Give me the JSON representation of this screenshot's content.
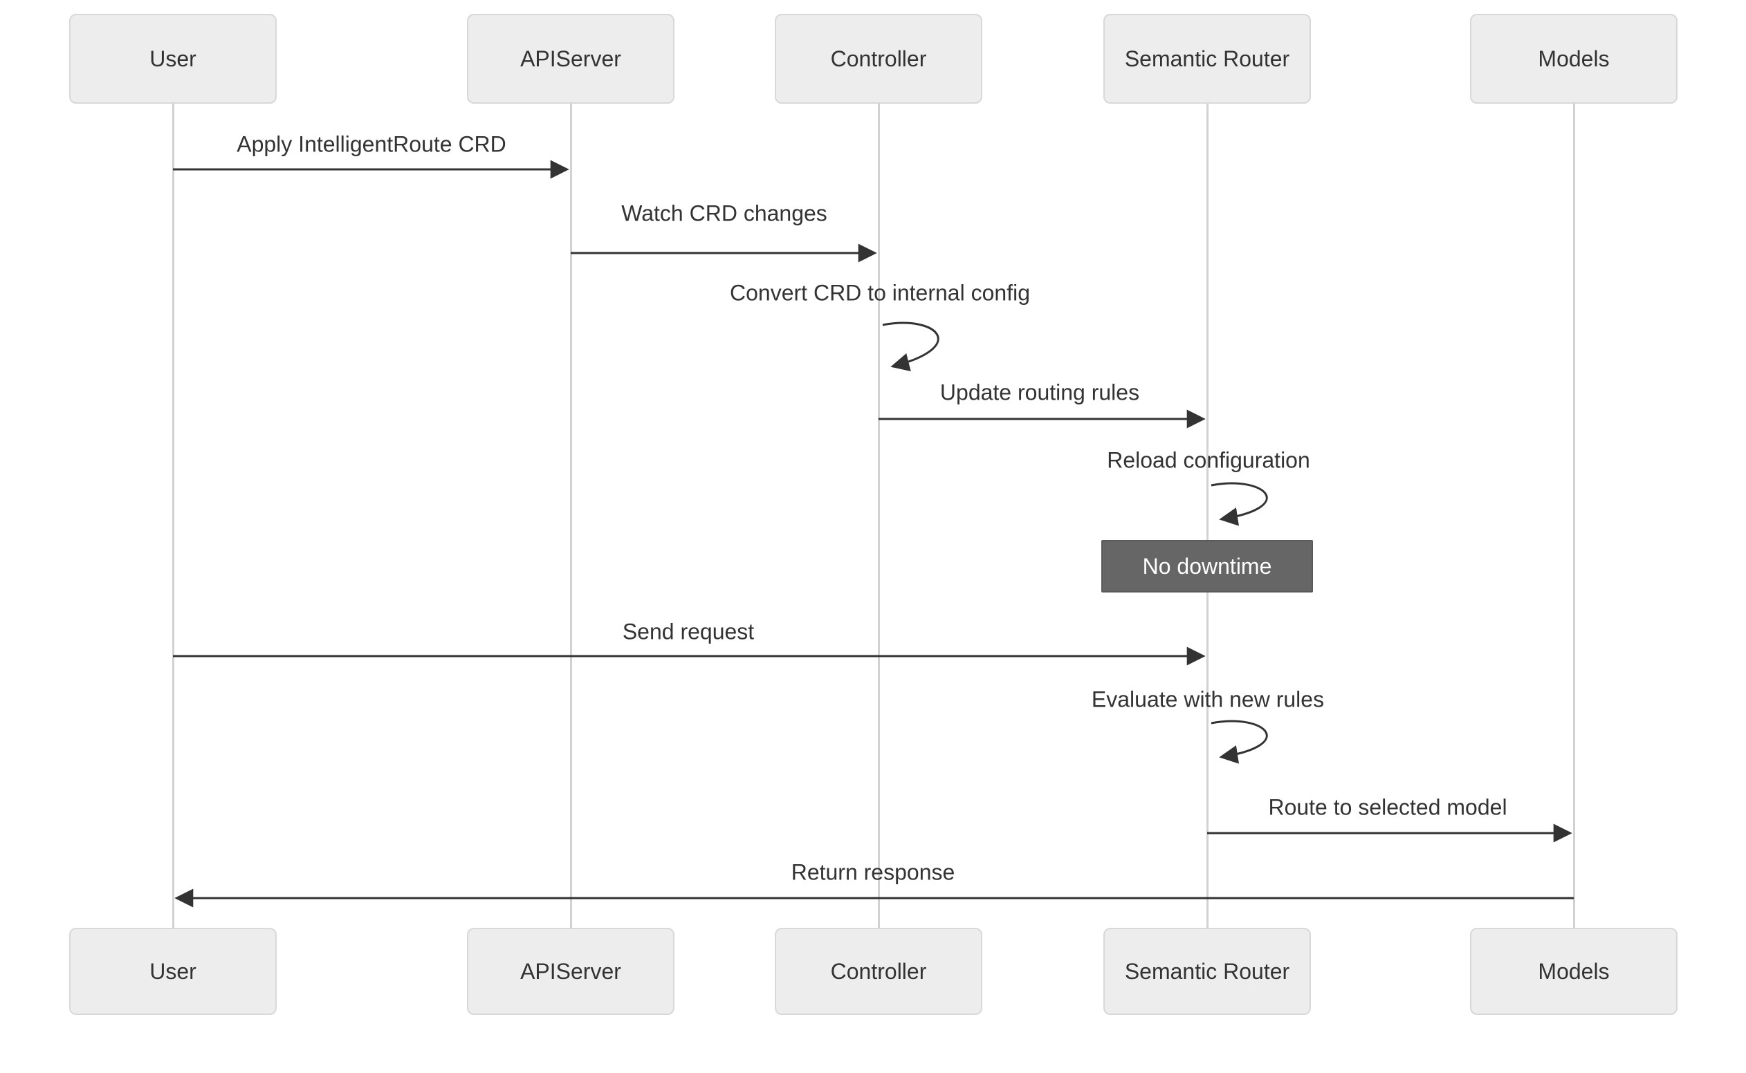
{
  "diagram": {
    "type": "sequence-diagram",
    "background": "#ffffff",
    "colors": {
      "actor_fill": "#ededed",
      "actor_border": "#d8d8d8",
      "lifeline": "#d2d2d2",
      "message_line": "#333333",
      "text": "#333333",
      "note_background": "#666666",
      "note_border": "#5a5a5a",
      "note_text": "#ffffff"
    },
    "actors": [
      {
        "id": "user",
        "label": "User"
      },
      {
        "id": "apiserver",
        "label": "APIServer"
      },
      {
        "id": "controller",
        "label": "Controller"
      },
      {
        "id": "semantic-router",
        "label": "Semantic Router"
      },
      {
        "id": "models",
        "label": "Models"
      }
    ],
    "messages": [
      {
        "from": "User",
        "to": "APIServer",
        "kind": "arrow",
        "label": "Apply IntelligentRoute CRD"
      },
      {
        "from": "APIServer",
        "to": "Controller",
        "kind": "arrow",
        "label": "Watch CRD changes"
      },
      {
        "from": "Controller",
        "to": "Controller",
        "kind": "self",
        "label": "Convert CRD to internal config"
      },
      {
        "from": "Controller",
        "to": "Semantic Router",
        "kind": "arrow",
        "label": "Update routing rules"
      },
      {
        "from": "Semantic Router",
        "to": "Semantic Router",
        "kind": "self",
        "label": "Reload configuration"
      },
      {
        "from": "User",
        "to": "Semantic Router",
        "kind": "arrow",
        "label": "Send request"
      },
      {
        "from": "Semantic Router",
        "to": "Semantic Router",
        "kind": "self",
        "label": "Evaluate with new rules"
      },
      {
        "from": "Semantic Router",
        "to": "Models",
        "kind": "arrow",
        "label": "Route to selected model"
      },
      {
        "from": "Models",
        "to": "User",
        "kind": "arrow",
        "label": "Return response"
      }
    ],
    "note": {
      "text": "No downtime",
      "over": "Semantic Router"
    }
  }
}
